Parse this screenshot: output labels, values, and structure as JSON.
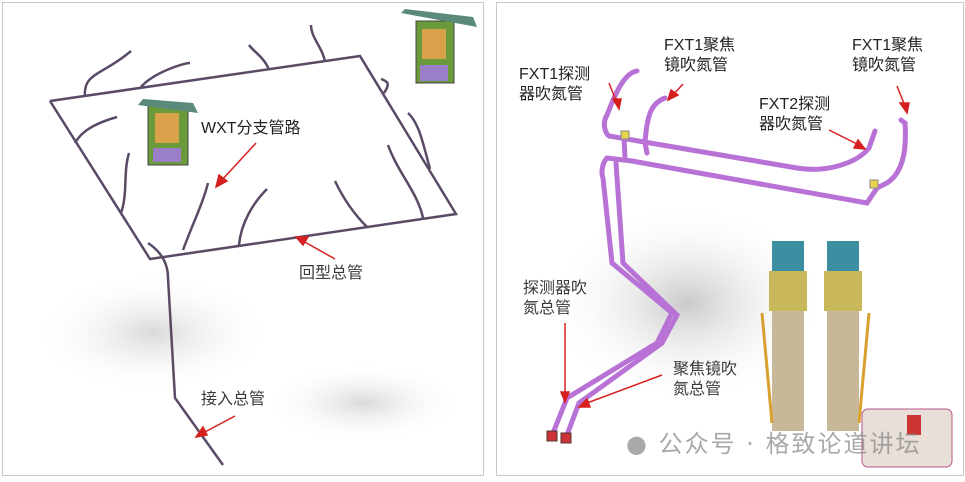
{
  "left_panel": {
    "labels": {
      "wxt_branch": "WXT分支管路",
      "loop_main": "回型总管",
      "inlet_main": "接入总管"
    }
  },
  "right_panel": {
    "labels": {
      "fxt1_detector": "FXT1探测\n器吹氮管",
      "fxt1_focus_a": "FXT1聚焦\n镜吹氮管",
      "fxt1_focus_b": "FXT1聚焦\n镜吹氮管",
      "fxt2_detector": "FXT2探测\n器吹氮管",
      "detector_main": "探测器吹\n氮总管",
      "focus_main": "聚焦镜吹\n氮总管"
    }
  },
  "watermark": {
    "text": "公众号 · 格致论道讲坛"
  },
  "colors": {
    "pipe_dark": "#5a4a66",
    "pipe_purple": "#c27ee0",
    "arrow_red": "#d62020"
  }
}
